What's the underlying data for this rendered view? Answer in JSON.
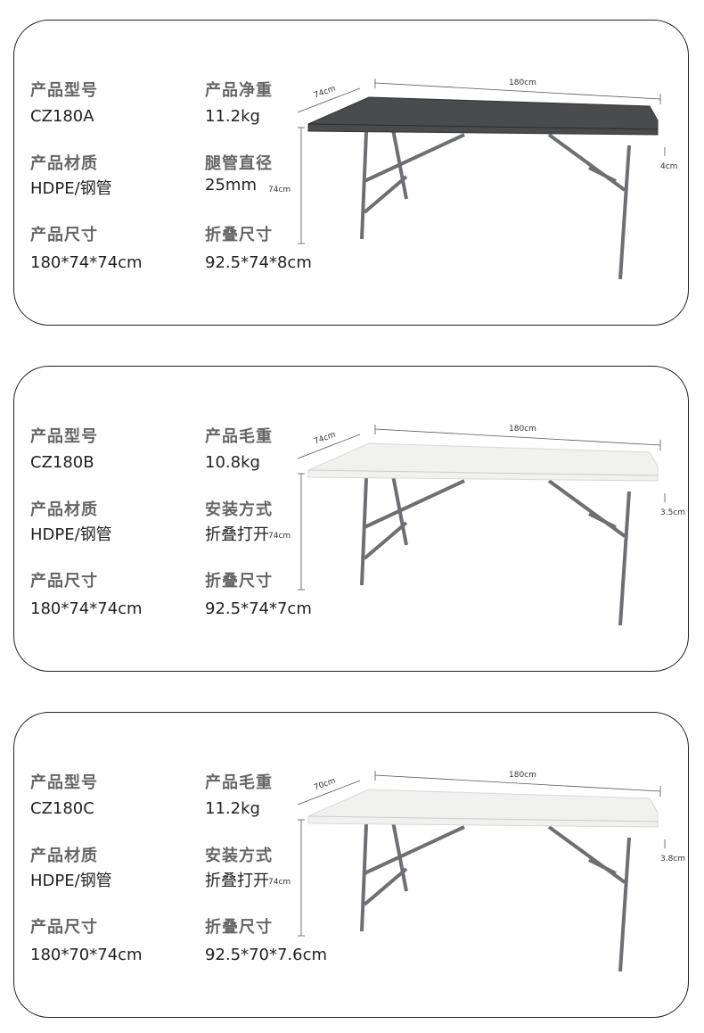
{
  "cards": [
    {
      "specs": [
        {
          "label": "产品型号",
          "value": "CZ180A"
        },
        {
          "label": "产品净重",
          "value": "11.2kg"
        },
        {
          "label": "产品材质",
          "value": "HDPE/钢管"
        },
        {
          "label": "腿管直径",
          "value": "25mm"
        },
        {
          "label": "产品尺寸",
          "value": "180*74*74cm"
        },
        {
          "label": "折叠尺寸",
          "value": "92.5*74*8cm"
        }
      ],
      "dims": {
        "length": "180cm",
        "depth": "74cm",
        "height": "74cm",
        "thickness": "4cm"
      },
      "top_color": "#4a4b4d"
    },
    {
      "specs": [
        {
          "label": "产品型号",
          "value": "CZ180B"
        },
        {
          "label": "产品毛重",
          "value": "10.8kg"
        },
        {
          "label": "产品材质",
          "value": "HDPE/钢管"
        },
        {
          "label": "安装方式",
          "value": "折叠打开"
        },
        {
          "label": "产品尺寸",
          "value": "180*74*74cm"
        },
        {
          "label": "折叠尺寸",
          "value": "92.5*74*7cm"
        }
      ],
      "dims": {
        "length": "180cm",
        "depth": "74cm",
        "height": "74cm",
        "thickness": "3.5cm"
      },
      "top_color": "#f1f1f0"
    },
    {
      "specs": [
        {
          "label": "产品型号",
          "value": "CZ180C"
        },
        {
          "label": "产品毛重",
          "value": "11.2kg"
        },
        {
          "label": "产品材质",
          "value": "HDPE/钢管"
        },
        {
          "label": "安装方式",
          "value": "折叠打开"
        },
        {
          "label": "产品尺寸",
          "value": "180*70*74cm"
        },
        {
          "label": "折叠尺寸",
          "value": "92.5*70*7.6cm"
        }
      ],
      "dims": {
        "length": "180cm",
        "depth": "70cm",
        "height": "74cm",
        "thickness": "3.8cm"
      },
      "top_color": "#f1f1f0"
    }
  ]
}
